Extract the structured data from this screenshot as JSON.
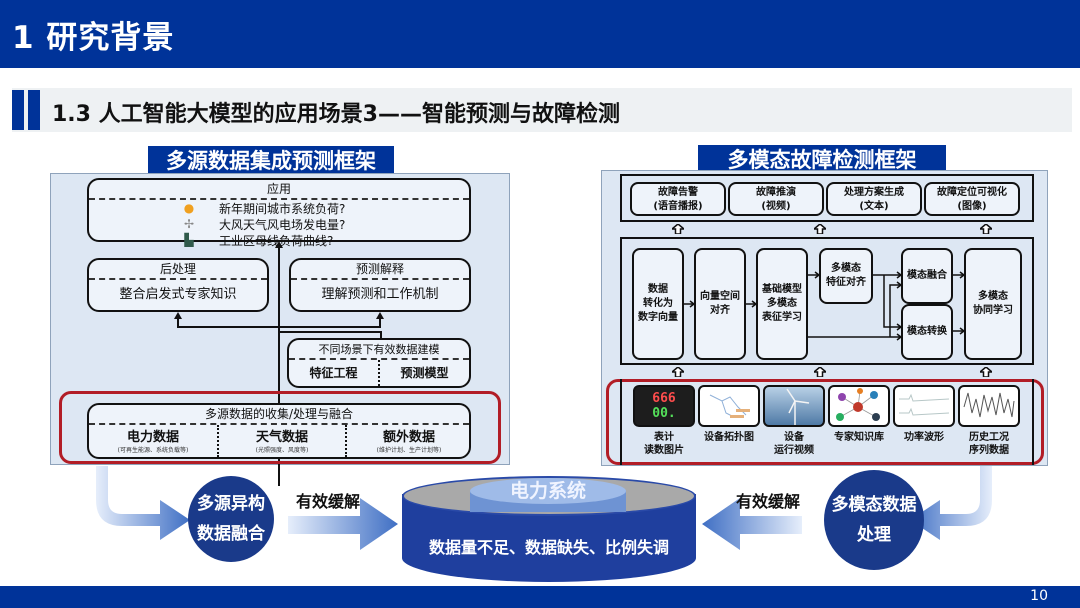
{
  "header": {
    "title": "1 研究背景",
    "subtitle": "1.3 人工智能大模型的应用场景3——智能预测与故障检测"
  },
  "left_panel": {
    "title": "多源数据集成预测框架",
    "application": {
      "header": "应用",
      "items": [
        {
          "icon": "lightbulb-icon",
          "text": "新年期间城市系统负荷?"
        },
        {
          "icon": "wind-turbine-icon",
          "text": "大风天气风电场发电量?"
        },
        {
          "icon": "factory-icon",
          "text": "工业区母线负荷曲线?"
        }
      ]
    },
    "postprocess": {
      "header": "后处理",
      "body": "整合启发式专家知识"
    },
    "explain": {
      "header": "预测解释",
      "body": "理解预测和工作机制"
    },
    "modeling": {
      "header": "不同场景下有效数据建模",
      "left": "特征工程",
      "right": "预测模型"
    },
    "fusion": {
      "header": "多源数据的收集/处理与融合",
      "columns": [
        {
          "main": "电力数据",
          "detail": "(可再生能源、系统负载等)"
        },
        {
          "main": "天气数据",
          "detail": "(光照强度、风度等)"
        },
        {
          "main": "额外数据",
          "detail": "(维护计划、生产计划等)"
        }
      ]
    }
  },
  "right_panel": {
    "title": "多模态故障检测框架",
    "outputs": [
      {
        "line1": "故障告警",
        "line2": "(语音播报)"
      },
      {
        "line1": "故障推演",
        "line2": "(视频)"
      },
      {
        "line1": "处理方案生成",
        "line2": "(文本)"
      },
      {
        "line1": "故障定位可视化",
        "line2": "(图像)"
      }
    ],
    "process": {
      "p1": "数据\n转化为\n数字向量",
      "p2": "向量空间\n对齐",
      "p3": "基础模型\n多模态\n表征学习",
      "p4": "多模态\n特征对齐",
      "p5": "模态融合",
      "p6": "模态转换",
      "p7": "多模态\n协同学习"
    },
    "sources": [
      {
        "label": "表计\n读数图片",
        "meter_top": "666",
        "meter_bottom": "00."
      },
      {
        "label": "设备拓扑图"
      },
      {
        "label": "设备\n运行视频"
      },
      {
        "label": "专家知识库"
      },
      {
        "label": "功率波形"
      },
      {
        "label": "历史工况\n序列数据"
      }
    ]
  },
  "bottom": {
    "left_circle": {
      "line1": "多源异构",
      "line2": "数据融合"
    },
    "left_mitigate": "有效缓解",
    "center_top": "电力系统",
    "center_text": "数据量不足、数据缺失、比例失调",
    "right_mitigate": "有效缓解",
    "right_circle": {
      "line1": "多模态数据",
      "line2": "处理"
    }
  },
  "footer": {
    "page_number": "10"
  },
  "colors": {
    "brand_blue": "#003399",
    "highlight_red": "#b21d26",
    "panel_bg": "#dde7f3"
  }
}
